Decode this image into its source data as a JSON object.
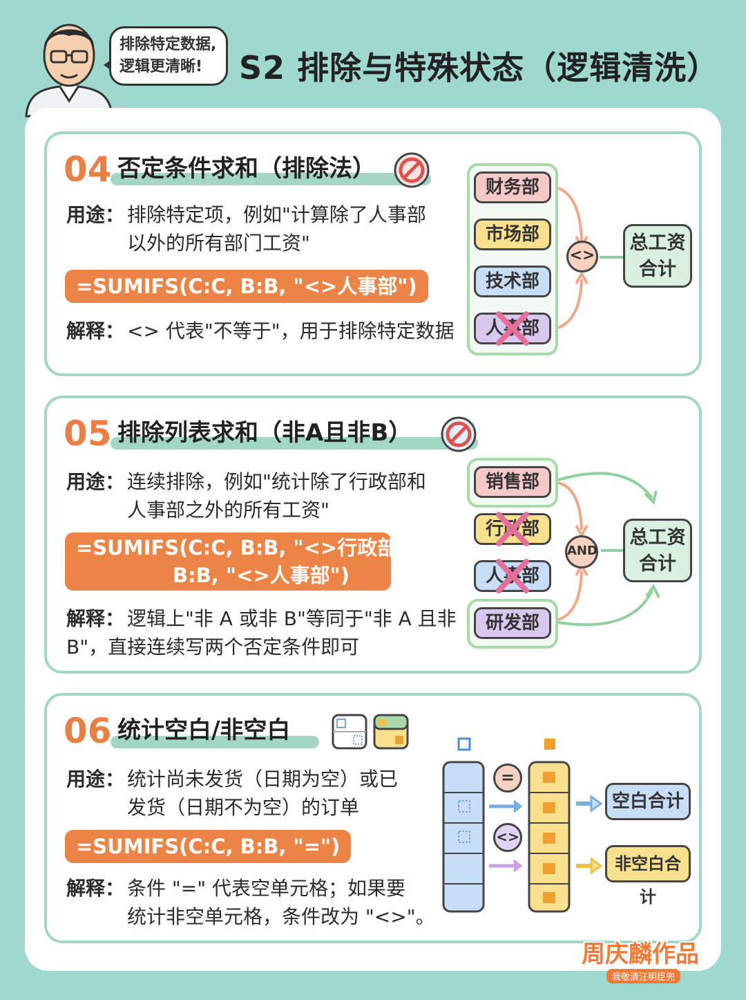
{
  "header": {
    "speech": [
      "排除特定数据,",
      "逻辑更清晰!"
    ],
    "title": "S2 排除与特殊状态（逻辑清洗）"
  },
  "card04": {
    "number": "04",
    "title": "否定条件求和（排除法）",
    "icon": "prohibit-icon",
    "use_label": "用途：",
    "use_lines": [
      "排除特定项，例如\"计算除了人事部",
      "以外的所有部门工资\""
    ],
    "formula": "=SUMIFS(C:C, B:B, \"<>人事部\")",
    "explain_label": "解释：",
    "explain_lines": [
      "<> 代表\"不等于\"，用于排除特定数据"
    ],
    "depts": [
      "财务部",
      "市场部",
      "技术部",
      "人事部"
    ],
    "operator": "<>",
    "total": [
      "总工资",
      "合计"
    ]
  },
  "card05": {
    "number": "05",
    "title": "排除列表求和（非A且非B）",
    "icon": "prohibit-icon",
    "use_label": "用途：",
    "use_lines": [
      "连续排除，例如\"统计除了行政部和",
      "人事部之外的所有工资\""
    ],
    "formula_lines": [
      "=SUMIFS(C:C, B:B, \"<>行政部\",",
      "B:B, \"<>人事部\")"
    ],
    "explain_label": "解释：",
    "explain_lines": [
      "逻辑上\"非 A 或非 B\"等同于\"非 A 且非",
      "B\"，直接连续写两个否定条件即可"
    ],
    "depts": [
      "销售部",
      "行政部",
      "人事部",
      "研发部"
    ],
    "operator": "AND",
    "total": [
      "总工资",
      "合计"
    ]
  },
  "card06": {
    "number": "06",
    "title": "统计空白/非空白",
    "use_label": "用途：",
    "use_lines": [
      "统计尚未发货（日期为空）或已",
      "发货（日期不为空）的订单"
    ],
    "formula": "=SUMIFS(C:C, B:B, \"=\")",
    "explain_label": "解释：",
    "explain_lines": [
      "条件 \"=\" 代表空单元格；如果要",
      "统计非空单元格，条件改为 \"<>\"。"
    ],
    "op_equal": "=",
    "op_notequal": "<>",
    "result_blank": "空白合计",
    "result_nonblank": "非空白合计"
  },
  "watermark": {
    "main": "周庆麟作品",
    "sub": "我敬清汪明臣兜"
  },
  "colors": {
    "accent": "#ec8447",
    "teal": "#a3d6c4",
    "background": "#9fd8cf",
    "pink": "#f6c9c9",
    "yellow": "#f8e08e",
    "blue": "#c8def6",
    "purple": "#d8c8f0"
  }
}
